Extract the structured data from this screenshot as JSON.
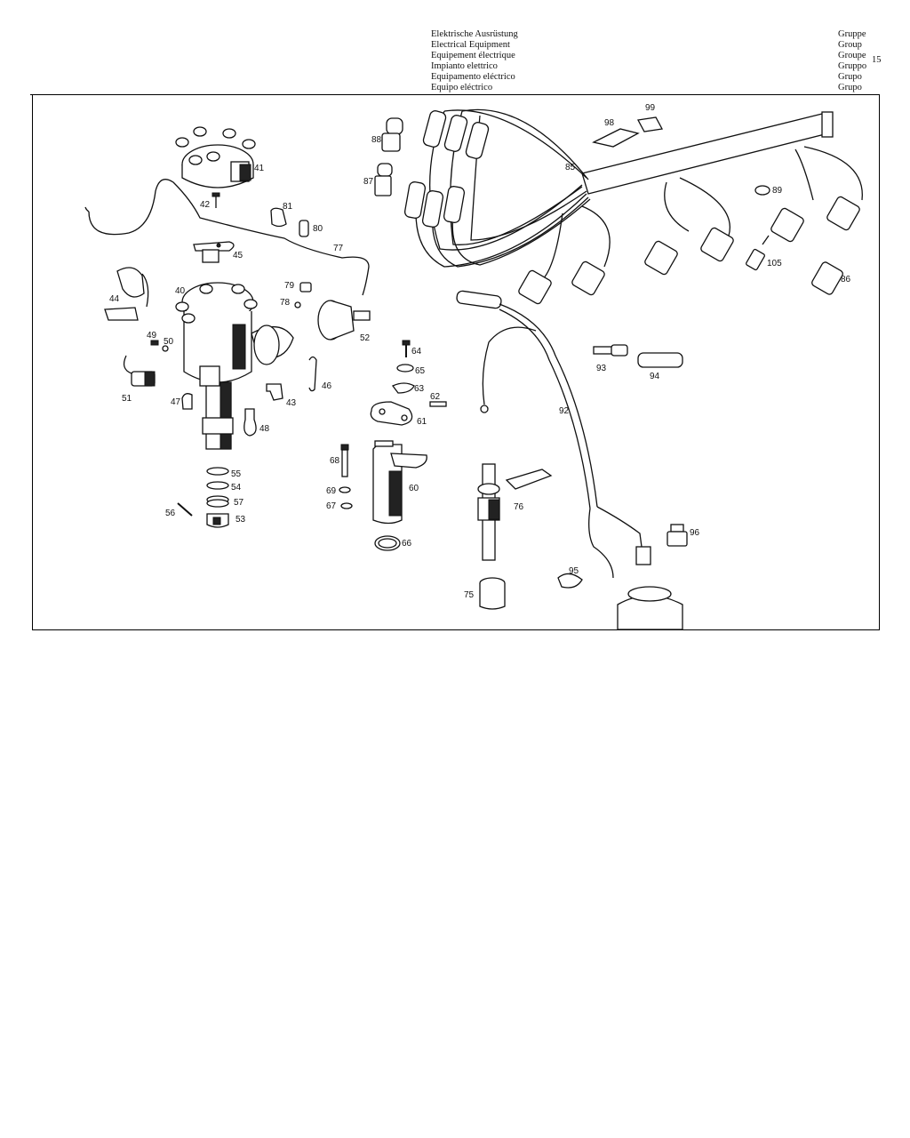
{
  "header": {
    "titles": [
      "Elektrische Ausrüstung",
      "Electrical Equipment",
      "Equipement électrique",
      "Impianto elettrico",
      "Equipamento eléctrico",
      "Equipo eléctrico"
    ],
    "group_labels": [
      "Gruppe",
      "Group",
      "Groupe",
      "Gruppo",
      "Grupo",
      "Grupo"
    ],
    "group_number": "15"
  },
  "callouts": {
    "c41": "41",
    "c42": "42",
    "c81": "81",
    "c80": "80",
    "c77": "77",
    "c45": "45",
    "c79": "79",
    "c78": "78",
    "c40": "40",
    "c44": "44",
    "c49": "49",
    "c50": "50",
    "c51": "51",
    "c47": "47",
    "c43": "43",
    "c46": "46",
    "c52": "52",
    "c48": "48",
    "c55": "55",
    "c54": "54",
    "c57": "57",
    "c56": "56",
    "c53": "53",
    "c64": "64",
    "c65": "65",
    "c63": "63",
    "c62": "62",
    "c61": "61",
    "c68": "68",
    "c60": "60",
    "c69": "69",
    "c67": "67",
    "c66": "66",
    "c88": "88",
    "c87": "87",
    "c85": "85",
    "c98": "98",
    "c99": "99",
    "c89": "89",
    "c105": "105",
    "c86": "86",
    "c93": "93",
    "c94": "94",
    "c92": "92",
    "c76": "76",
    "c75": "75",
    "c95": "95",
    "c96": "96"
  }
}
